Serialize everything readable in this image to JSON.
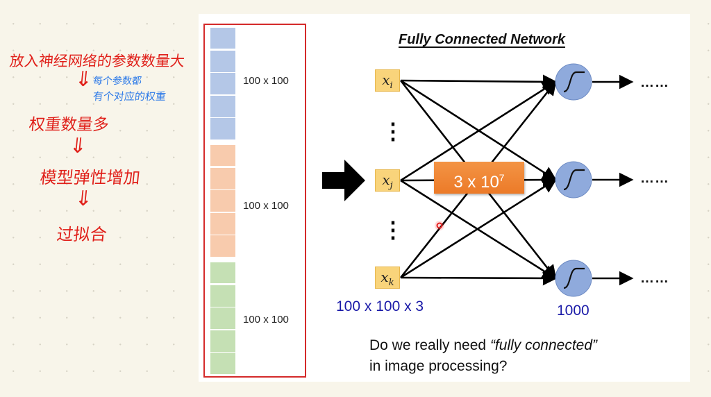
{
  "notes": {
    "line1": "放入神经网络的参数数量大",
    "annotation_line1": "每个参数都",
    "annotation_line2": "有个对应的权重",
    "line2": "权重数量多",
    "line3": "模型弹性增加",
    "line4": "过拟合",
    "colors": {
      "red": "#e0201a",
      "blue": "#2f7be8"
    }
  },
  "slide": {
    "title": "Fully Connected Network",
    "channels": [
      {
        "label": "100 x 100",
        "color": "#b4c7e7"
      },
      {
        "label": "100 x 100",
        "color": "#f8cbad"
      },
      {
        "label": "100 x 100",
        "color": "#c5e0b4"
      }
    ],
    "inputs": [
      {
        "var": "x",
        "sub": "i"
      },
      {
        "var": "x",
        "sub": "j"
      },
      {
        "var": "x",
        "sub": "k"
      }
    ],
    "vertical_ellipsis": "⋮",
    "weights": {
      "base": "3 x 10",
      "exp": "7"
    },
    "input_size": "100 x 100 x 3",
    "output_size": "1000",
    "output_ellipsis": "……",
    "question_line1_a": "Do we really need ",
    "question_line1_b": "“fully connected”",
    "question_line2": "in image processing?",
    "colors": {
      "input_node": "#f9d47b",
      "neuron": "#8faadc",
      "weight_box": "#ed7d31",
      "label_blue": "#1a1aa8",
      "frame_red": "#d42a2a"
    }
  }
}
